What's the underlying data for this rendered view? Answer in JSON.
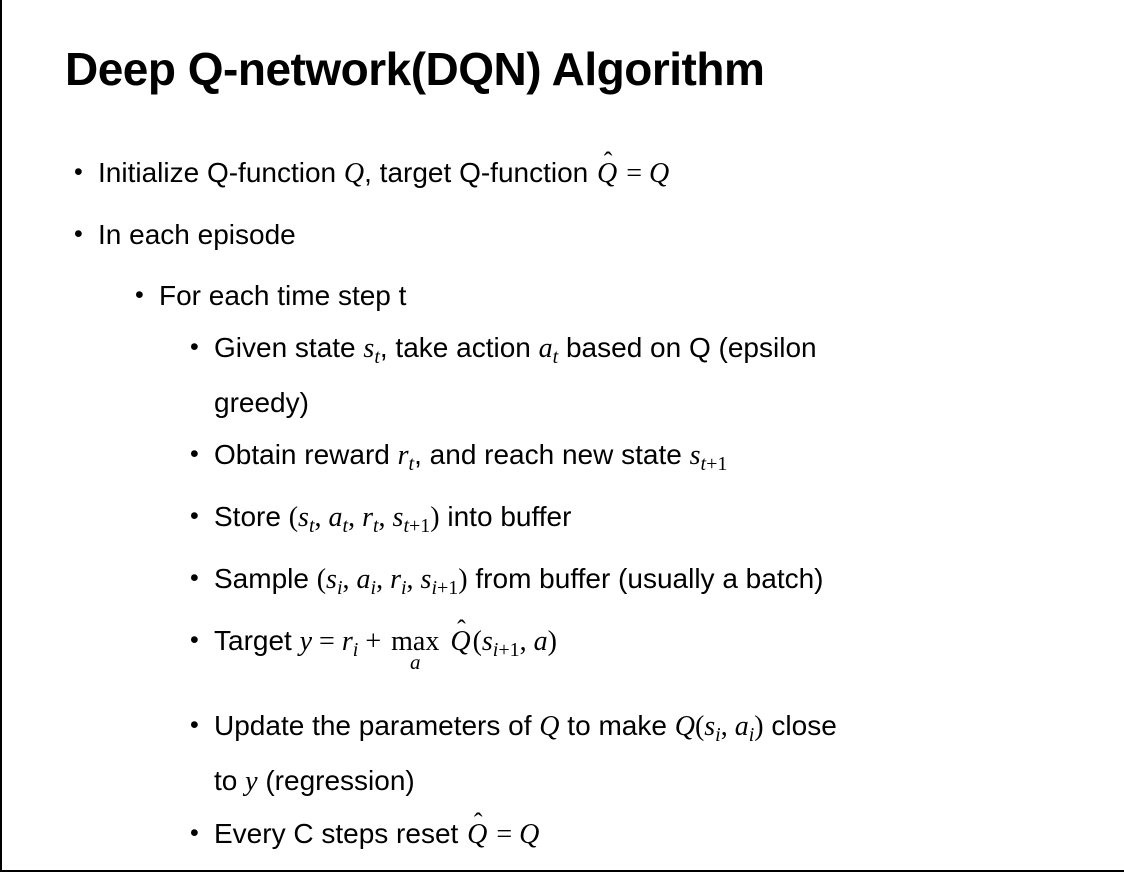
{
  "slide": {
    "title": "Deep Q-network(DQN) Algorithm",
    "bullet_glyph": "•",
    "colors": {
      "text": "#000000",
      "background": "#ffffff",
      "border": "#000000"
    },
    "bullets": [
      {
        "level": 1,
        "segments": [
          {
            "s": "p",
            "t": "Initialize Q-function "
          },
          {
            "s": "m",
            "t": "Q"
          },
          {
            "s": "p",
            "t": ", target Q-function "
          },
          {
            "s": "mh",
            "t": "Q",
            "hat": "ˆ"
          },
          {
            "s": "mn",
            "t": " = "
          },
          {
            "s": "m",
            "t": "Q"
          }
        ]
      },
      {
        "level": 1,
        "segments": [
          {
            "s": "p",
            "t": "In each episode"
          }
        ]
      },
      {
        "level": 2,
        "segments": [
          {
            "s": "p",
            "t": "For each time step t"
          }
        ]
      },
      {
        "level": 3,
        "segments": [
          {
            "s": "p",
            "t": "Given state "
          },
          {
            "s": "m",
            "t": "s"
          },
          {
            "s": "ms",
            "t": "t"
          },
          {
            "s": "p",
            "t": ", take action "
          },
          {
            "s": "m",
            "t": "a"
          },
          {
            "s": "ms",
            "t": "t"
          },
          {
            "s": "p",
            "t": " based on Q (epsilon"
          },
          {
            "s": "br"
          },
          {
            "s": "p",
            "t": "greedy)"
          }
        ]
      },
      {
        "level": 3,
        "segments": [
          {
            "s": "p",
            "t": "Obtain reward "
          },
          {
            "s": "m",
            "t": "r"
          },
          {
            "s": "ms",
            "t": "t"
          },
          {
            "s": "p",
            "t": ", and reach new state "
          },
          {
            "s": "m",
            "t": "s"
          },
          {
            "s": "ms",
            "t": "t"
          },
          {
            "s": "msn",
            "t": "+1"
          }
        ]
      },
      {
        "level": 3,
        "segments": [
          {
            "s": "p",
            "t": "Store "
          },
          {
            "s": "mn",
            "t": "("
          },
          {
            "s": "m",
            "t": "s"
          },
          {
            "s": "ms",
            "t": "t"
          },
          {
            "s": "mn",
            "t": ", "
          },
          {
            "s": "m",
            "t": "a"
          },
          {
            "s": "ms",
            "t": "t"
          },
          {
            "s": "mn",
            "t": ", "
          },
          {
            "s": "m",
            "t": "r"
          },
          {
            "s": "ms",
            "t": "t"
          },
          {
            "s": "mn",
            "t": ", "
          },
          {
            "s": "m",
            "t": "s"
          },
          {
            "s": "ms",
            "t": "t"
          },
          {
            "s": "msn",
            "t": "+1"
          },
          {
            "s": "mn",
            "t": ")"
          },
          {
            "s": "p",
            "t": " into buffer"
          }
        ]
      },
      {
        "level": 3,
        "segments": [
          {
            "s": "p",
            "t": "Sample "
          },
          {
            "s": "mn",
            "t": "("
          },
          {
            "s": "m",
            "t": "s"
          },
          {
            "s": "ms",
            "t": "i"
          },
          {
            "s": "mn",
            "t": ", "
          },
          {
            "s": "m",
            "t": "a"
          },
          {
            "s": "ms",
            "t": "i"
          },
          {
            "s": "mn",
            "t": ", "
          },
          {
            "s": "m",
            "t": "r"
          },
          {
            "s": "ms",
            "t": "i"
          },
          {
            "s": "mn",
            "t": ", "
          },
          {
            "s": "m",
            "t": "s"
          },
          {
            "s": "ms",
            "t": "i"
          },
          {
            "s": "msn",
            "t": "+1"
          },
          {
            "s": "mn",
            "t": ")"
          },
          {
            "s": "p",
            "t": " from buffer (usually a batch)"
          }
        ]
      },
      {
        "level": 3,
        "segments": [
          {
            "s": "p",
            "t": "Target "
          },
          {
            "s": "m",
            "t": "y"
          },
          {
            "s": "mn",
            "t": " = "
          },
          {
            "s": "m",
            "t": "r"
          },
          {
            "s": "ms",
            "t": "i"
          },
          {
            "s": "mn",
            "t": " + "
          },
          {
            "s": "stack",
            "t": "max",
            "u": "a"
          },
          {
            "s": "mn",
            "t": " "
          },
          {
            "s": "mh",
            "t": "Q",
            "hat": "ˆ"
          },
          {
            "s": "mn",
            "t": "("
          },
          {
            "s": "m",
            "t": "s"
          },
          {
            "s": "ms",
            "t": "i"
          },
          {
            "s": "msn",
            "t": "+1"
          },
          {
            "s": "mn",
            "t": ", "
          },
          {
            "s": "m",
            "t": "a"
          },
          {
            "s": "mn",
            "t": ")"
          }
        ]
      },
      {
        "level": 3,
        "segments": [
          {
            "s": "p",
            "t": "Update the parameters of "
          },
          {
            "s": "m",
            "t": "Q"
          },
          {
            "s": "p",
            "t": " to make "
          },
          {
            "s": "m",
            "t": "Q"
          },
          {
            "s": "mn",
            "t": "("
          },
          {
            "s": "m",
            "t": "s"
          },
          {
            "s": "ms",
            "t": "i"
          },
          {
            "s": "mn",
            "t": ", "
          },
          {
            "s": "m",
            "t": "a"
          },
          {
            "s": "ms",
            "t": "i"
          },
          {
            "s": "mn",
            "t": ")"
          },
          {
            "s": "p",
            "t": " close"
          },
          {
            "s": "br"
          },
          {
            "s": "p",
            "t": "to "
          },
          {
            "s": "m",
            "t": "y"
          },
          {
            "s": "p",
            "t": " (regression)"
          }
        ]
      },
      {
        "level": 3,
        "segments": [
          {
            "s": "p",
            "t": "Every C steps reset "
          },
          {
            "s": "mh",
            "t": "Q",
            "hat": "ˆ"
          },
          {
            "s": "mn",
            "t": " = "
          },
          {
            "s": "m",
            "t": "Q"
          }
        ]
      }
    ]
  }
}
